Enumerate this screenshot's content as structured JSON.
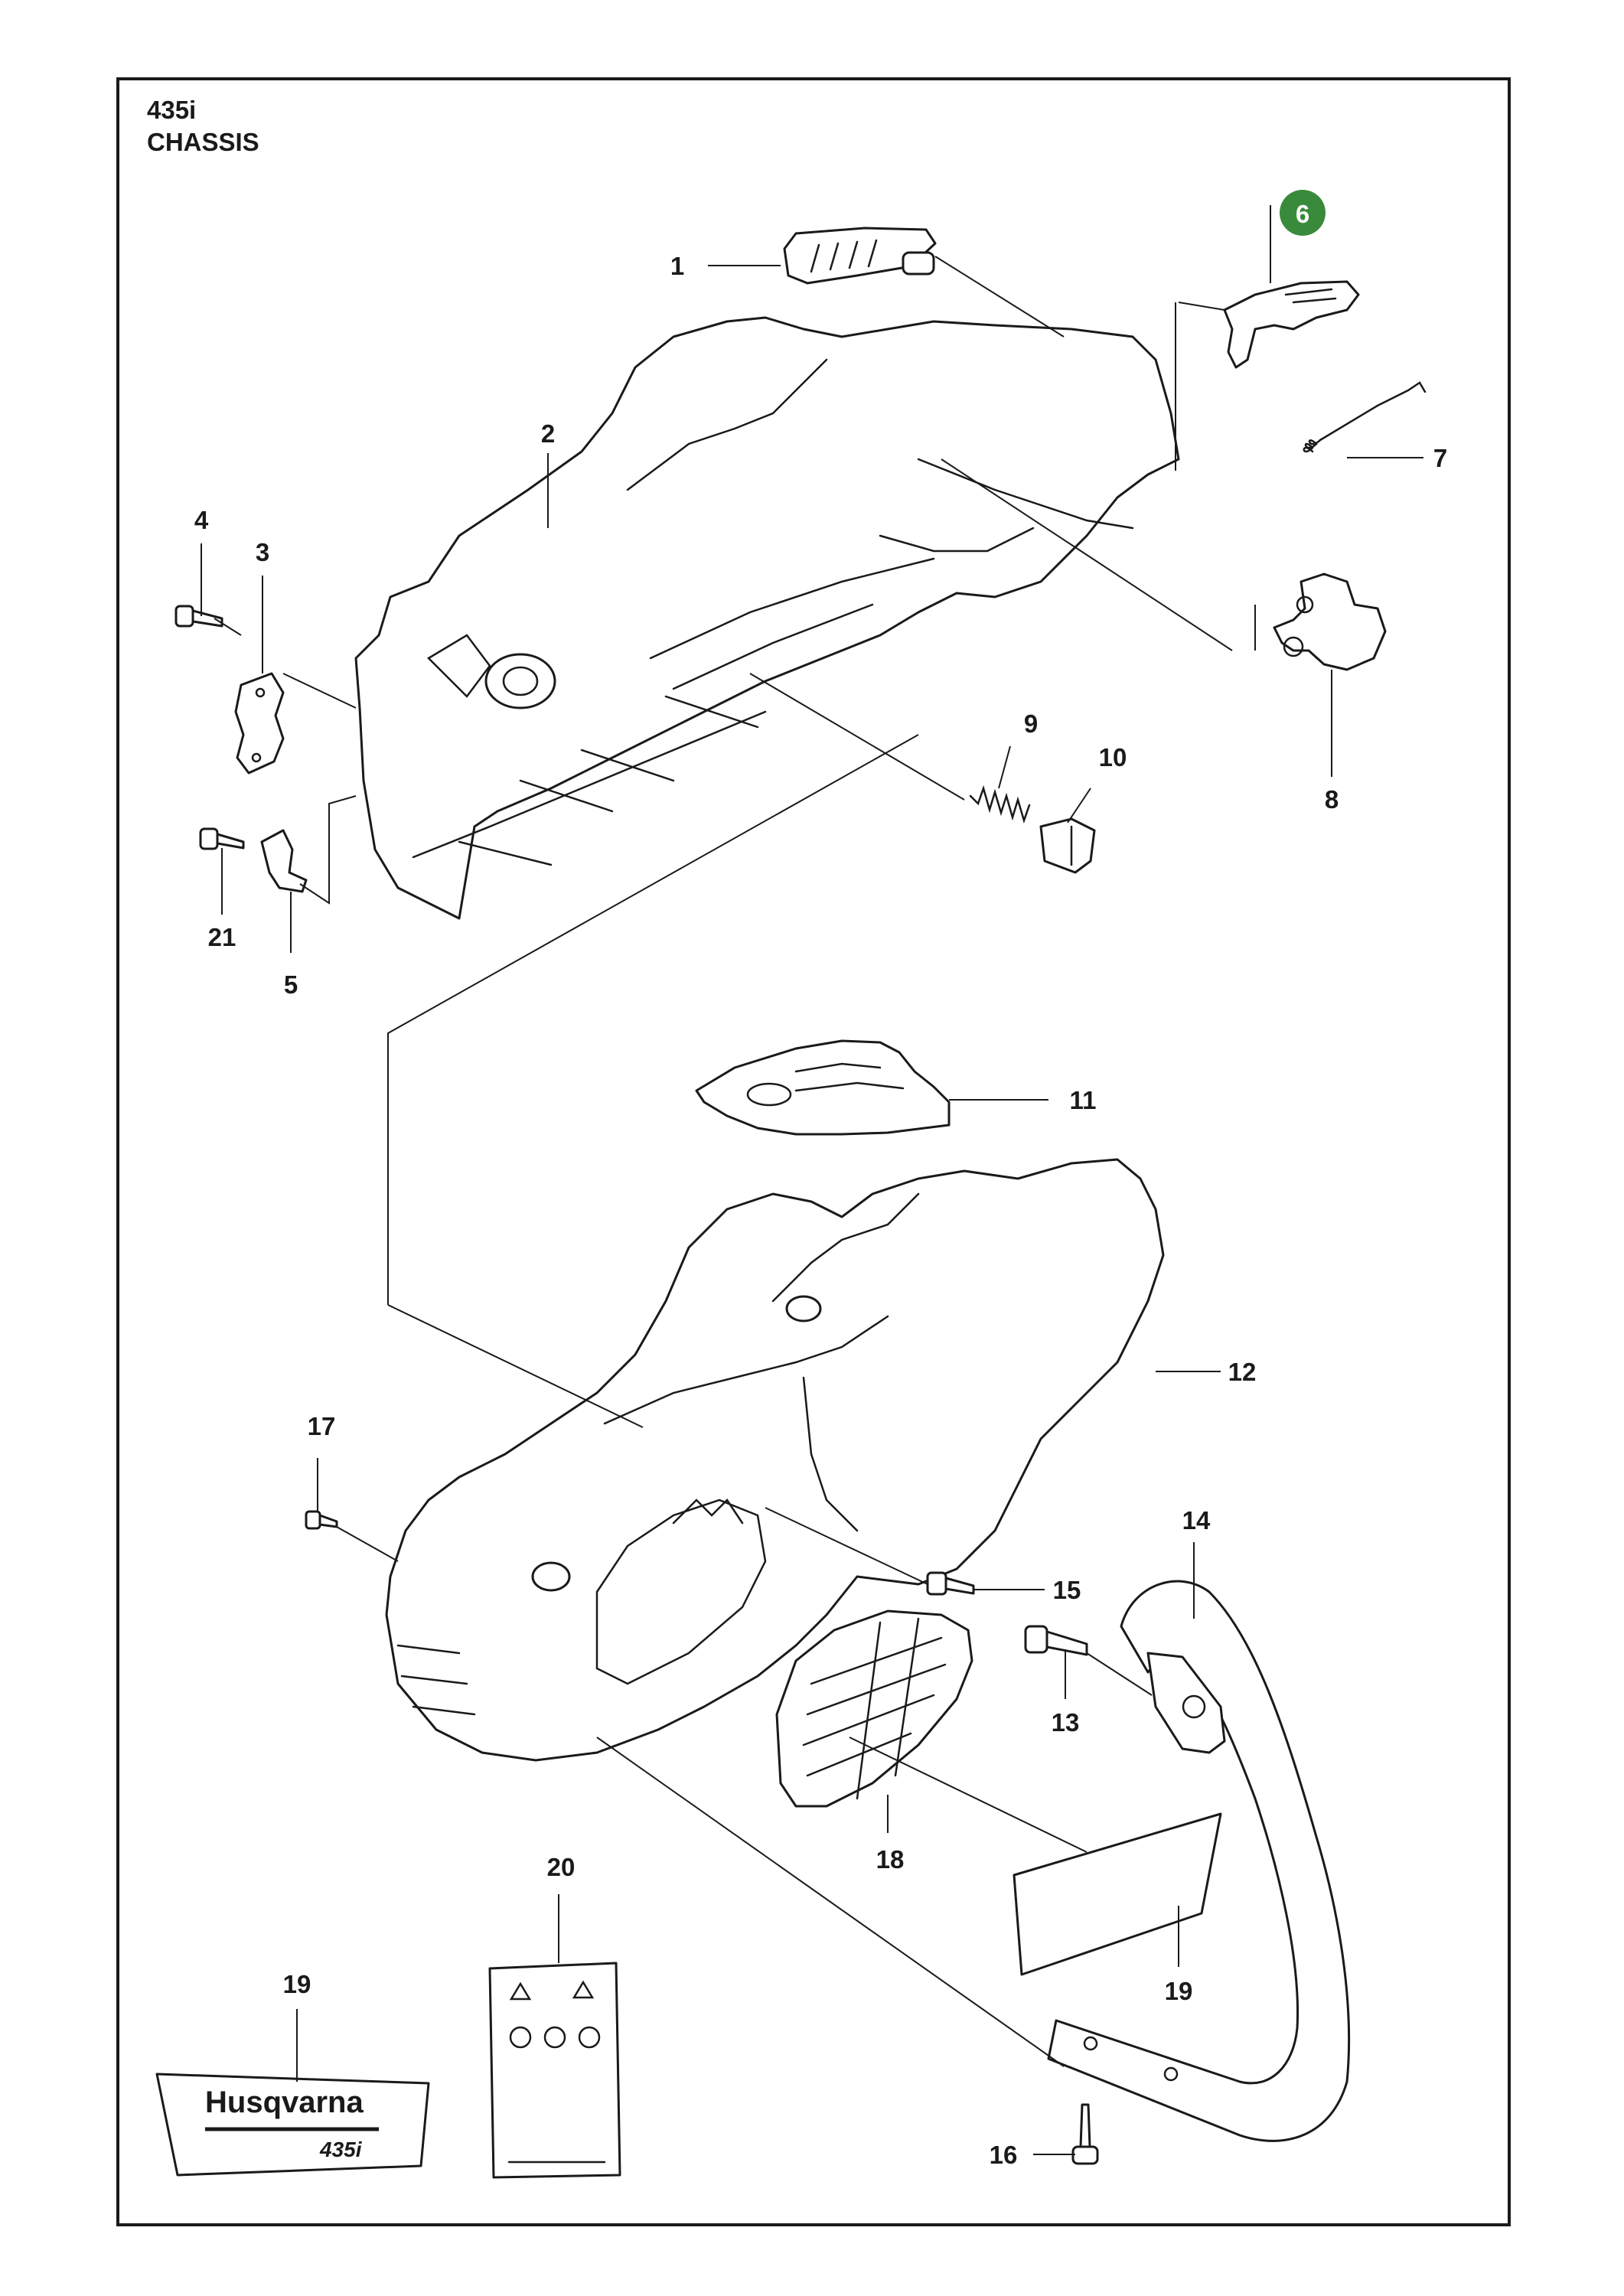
{
  "header": {
    "model": "435i",
    "section": "CHASSIS"
  },
  "highlight_color": "#3a8a3c",
  "callouts": [
    {
      "id": "1",
      "label": "1"
    },
    {
      "id": "2",
      "label": "2"
    },
    {
      "id": "3",
      "label": "3"
    },
    {
      "id": "4",
      "label": "4"
    },
    {
      "id": "5",
      "label": "5"
    },
    {
      "id": "6",
      "label": "6",
      "highlighted": true
    },
    {
      "id": "7",
      "label": "7"
    },
    {
      "id": "8",
      "label": "8"
    },
    {
      "id": "9",
      "label": "9"
    },
    {
      "id": "10",
      "label": "10"
    },
    {
      "id": "11",
      "label": "11"
    },
    {
      "id": "12",
      "label": "12"
    },
    {
      "id": "13",
      "label": "13"
    },
    {
      "id": "14",
      "label": "14"
    },
    {
      "id": "15",
      "label": "15"
    },
    {
      "id": "16",
      "label": "16"
    },
    {
      "id": "17",
      "label": "17"
    },
    {
      "id": "18",
      "label": "18"
    },
    {
      "id": "19a",
      "label": "19"
    },
    {
      "id": "19b",
      "label": "19"
    },
    {
      "id": "20",
      "label": "20"
    },
    {
      "id": "21",
      "label": "21"
    }
  ],
  "decal": {
    "brand": "Husqvarna",
    "model": "435i"
  }
}
